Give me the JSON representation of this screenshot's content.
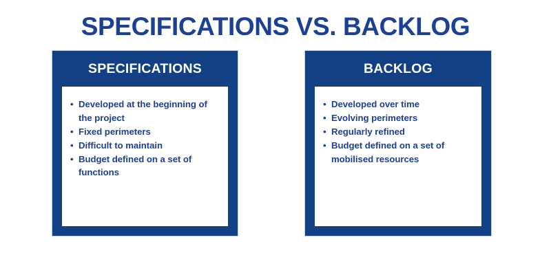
{
  "slide": {
    "title": "SPECIFICATIONS VS. BACKLOG",
    "background_color": "#ffffff",
    "accent_color": "#134084",
    "text_color": "#1b4094",
    "bullet_marker": "•"
  },
  "cards": [
    {
      "header": "SPECIFICATIONS",
      "bullets": [
        "Developed at the beginning of the project",
        "Fixed perimeters",
        "Difficult to maintain",
        "Budget defined on a set of functions"
      ]
    },
    {
      "header": "BACKLOG",
      "bullets": [
        "Developed over time",
        "Evolving perimeters",
        "Regularly refined",
        "Budget defined on a set of mobilised resources"
      ]
    }
  ]
}
